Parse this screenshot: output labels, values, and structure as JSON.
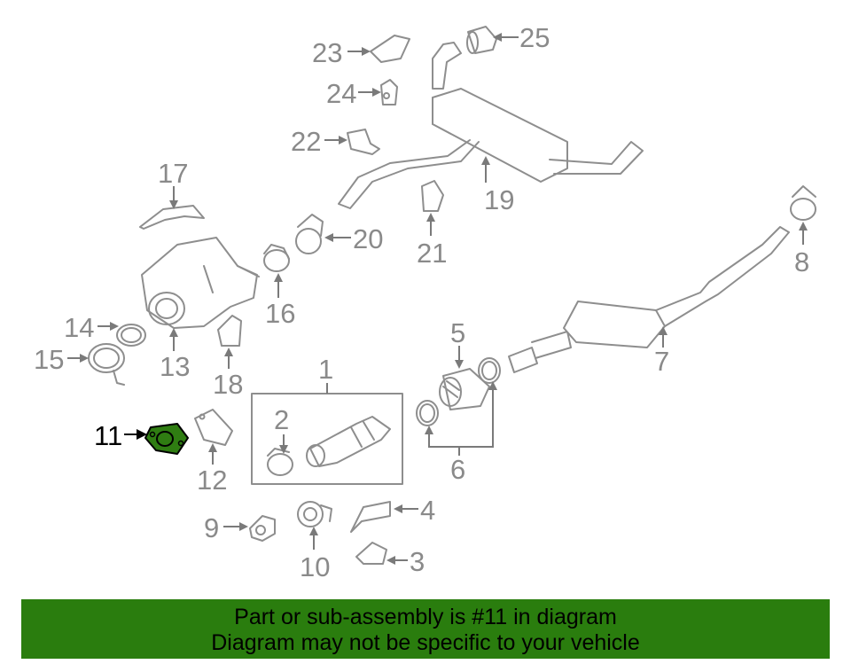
{
  "colors": {
    "part_line": "#8e8e8e",
    "callout_text": "#8a8a8a",
    "highlight_fill": "#2f7d12",
    "banner_bg": "#2a7d0e",
    "banner_text": "#000000"
  },
  "callouts": {
    "c1": "1",
    "c2": "2",
    "c3": "3",
    "c4": "4",
    "c5": "5",
    "c6": "6",
    "c7": "7",
    "c8": "8",
    "c9": "9",
    "c10": "10",
    "c11": "11",
    "c12": "12",
    "c13": "13",
    "c14": "14",
    "c15": "15",
    "c16": "16",
    "c17": "17",
    "c18": "18",
    "c19": "19",
    "c20": "20",
    "c21": "21",
    "c22": "22",
    "c23": "23",
    "c24": "24",
    "c25": "25"
  },
  "highlighted_part": "11",
  "banner": {
    "line1": "Part or sub-assembly is #11 in diagram",
    "line2": "Diagram may not be specific to your vehicle"
  }
}
